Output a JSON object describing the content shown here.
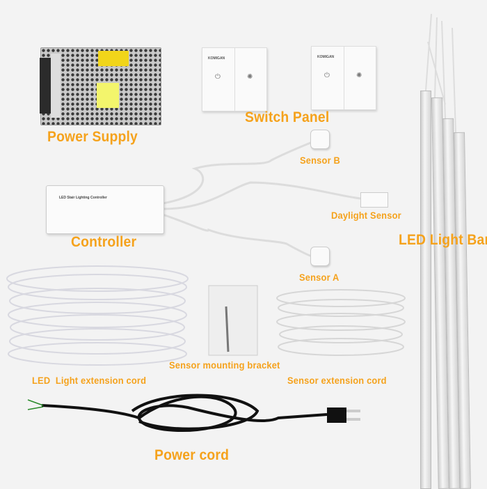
{
  "labels": {
    "power_supply": "Power Supply",
    "switch_panel": "Switch Panel",
    "sensor_b": "Sensor B",
    "daylight_sensor": "Daylight Sensor",
    "controller": "Controller",
    "led_light_bar": "LED Light Bar",
    "sensor_a": "Sensor A",
    "sensor_mounting_bracket": "Sensor mounting bracket",
    "led_light_extension_cord": "LED  Light extension cord",
    "sensor_extension_cord": "Sensor extension cord",
    "power_cord": "Power cord"
  },
  "products": {
    "panel_brand": "KOMIGAN",
    "controller_text": "LED Stair Lighting Controller"
  },
  "colors": {
    "label": "#f5a21c",
    "background": "#f3f3f3"
  }
}
